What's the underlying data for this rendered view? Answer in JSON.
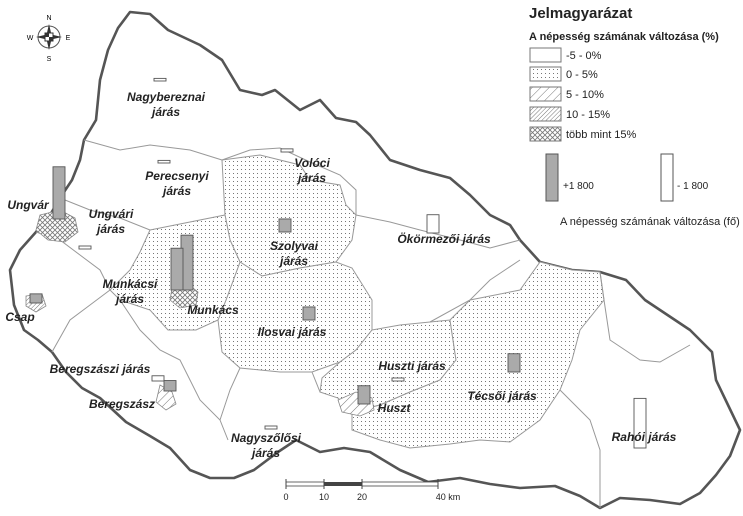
{
  "legend": {
    "title": "Jelmagyarázat",
    "subtitle": "A népesség számának változása (%)",
    "classes": [
      {
        "label": "-5 - 0%",
        "pattern": "none"
      },
      {
        "label": "0 - 5%",
        "pattern": "dots"
      },
      {
        "label": "5 - 10%",
        "pattern": "hatch-light"
      },
      {
        "label": "10 - 15%",
        "pattern": "hatch-dense"
      },
      {
        "label": "több mint 15%",
        "pattern": "cross"
      }
    ],
    "bar_positive_label": "+1 800",
    "bar_negative_label": "- 1 800",
    "bar_caption": "A népesség számának változása (fő)"
  },
  "compass": {
    "n": "N",
    "s": "S",
    "e": "E",
    "w": "W"
  },
  "scale": {
    "ticks": [
      "0",
      "10",
      "20",
      "40 km"
    ]
  },
  "districts": [
    {
      "name": "Nagybereznai",
      "label": "Nagybereznai járás",
      "change_class": "-5 - 0%",
      "population_change": -100
    },
    {
      "name": "Perecsenyi",
      "label": "Perecsenyi járás",
      "change_class": "-5 - 0%",
      "population_change": -100
    },
    {
      "name": "Volóci",
      "label": "Volóci járás",
      "change_class": "-5 - 0%",
      "population_change": -120
    },
    {
      "name": "Ungvári",
      "label": "Ungvári járás",
      "change_class": "-5 - 0%",
      "population_change": -30
    },
    {
      "name": "Szolyvai",
      "label": "Szolyvai járás",
      "change_class": "0 - 5%",
      "population_change": 500
    },
    {
      "name": "Ökörmezői",
      "label": "Ökörmezői járás",
      "change_class": "-5 - 0%",
      "population_change": -700
    },
    {
      "name": "Munkácsi",
      "label": "Munkácsi járás",
      "change_class": "0 - 5%",
      "population_change": 2100
    },
    {
      "name": "Ilosvai",
      "label": "Ilosvai járás",
      "change_class": "0 - 5%",
      "population_change": 500
    },
    {
      "name": "Huszti",
      "label": "Huszti járás",
      "change_class": "0 - 5%",
      "population_change": -30
    },
    {
      "name": "Técsői",
      "label": "Técsői járás",
      "change_class": "0 - 5%",
      "population_change": 700
    },
    {
      "name": "Rahói",
      "label": "Rahói járás",
      "change_class": "-5 - 0%",
      "population_change": -1900
    },
    {
      "name": "Beregszászi",
      "label": "Beregszászi járás",
      "change_class": "-5 - 0%",
      "population_change": -200
    },
    {
      "name": "Nagyszőlősi",
      "label": "Nagyszőlősi járás",
      "change_class": "-5 - 0%",
      "population_change": -30
    }
  ],
  "cities": [
    {
      "name": "Ungvár",
      "change_class": "több mint 15%",
      "population_change": 2000
    },
    {
      "name": "Munkács",
      "change_class": "több mint 15%",
      "population_change": 1600
    },
    {
      "name": "Csap",
      "change_class": "10 - 15%",
      "population_change": 350
    },
    {
      "name": "Beregszász",
      "change_class": "5 - 10%",
      "population_change": 400
    },
    {
      "name": "Huszt",
      "change_class": "5 - 10%",
      "population_change": 700
    }
  ]
}
